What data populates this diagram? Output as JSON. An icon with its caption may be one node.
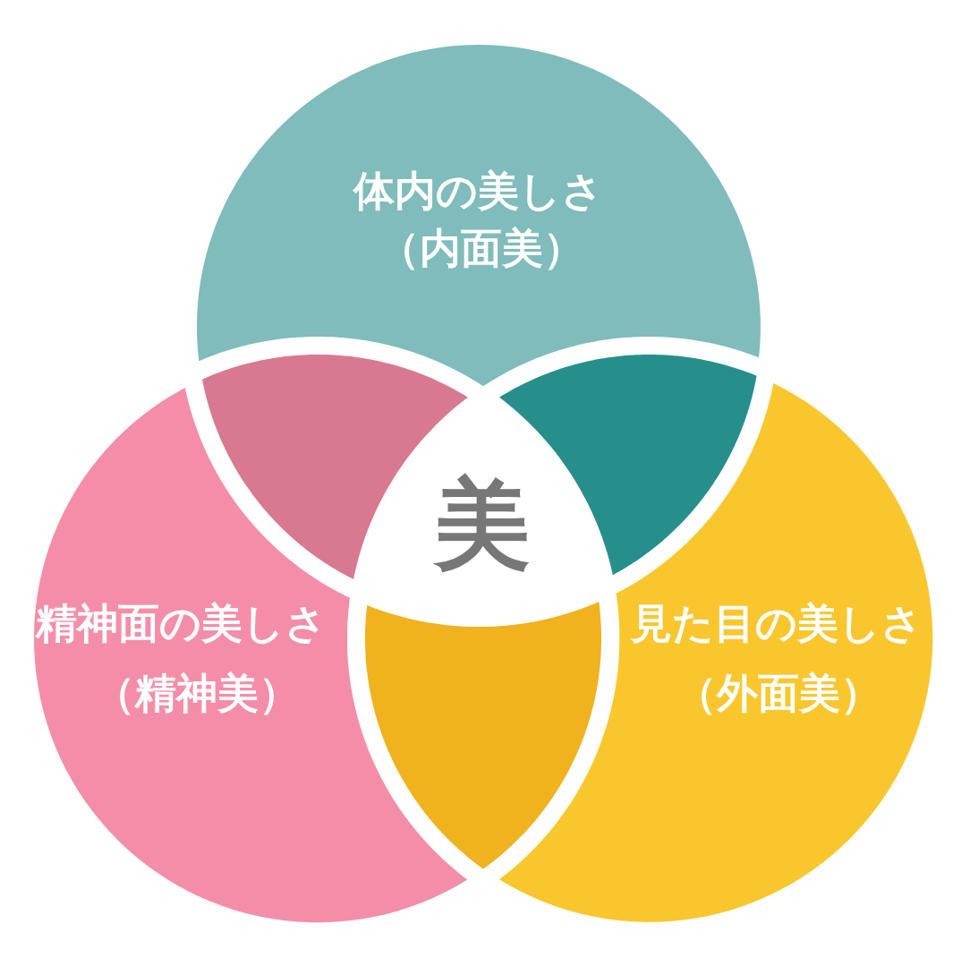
{
  "diagram": {
    "nodes": [
      {
        "text": [
          "体内の美しさ",
          "（内面美）"
        ]
      },
      {
        "text": [],
        "shape": "lens"
      },
      {
        "text": [],
        "shape": "lens"
      },
      {
        "text": [
          "美"
        ]
      },
      {
        "text": [
          "精神面の美しさ",
          "（精神美）"
        ]
      },
      {
        "text": [],
        "shape": "lens"
      },
      {
        "text": [
          "見た目の美しさ",
          "（外面美）"
        ]
      }
    ]
  }
}
